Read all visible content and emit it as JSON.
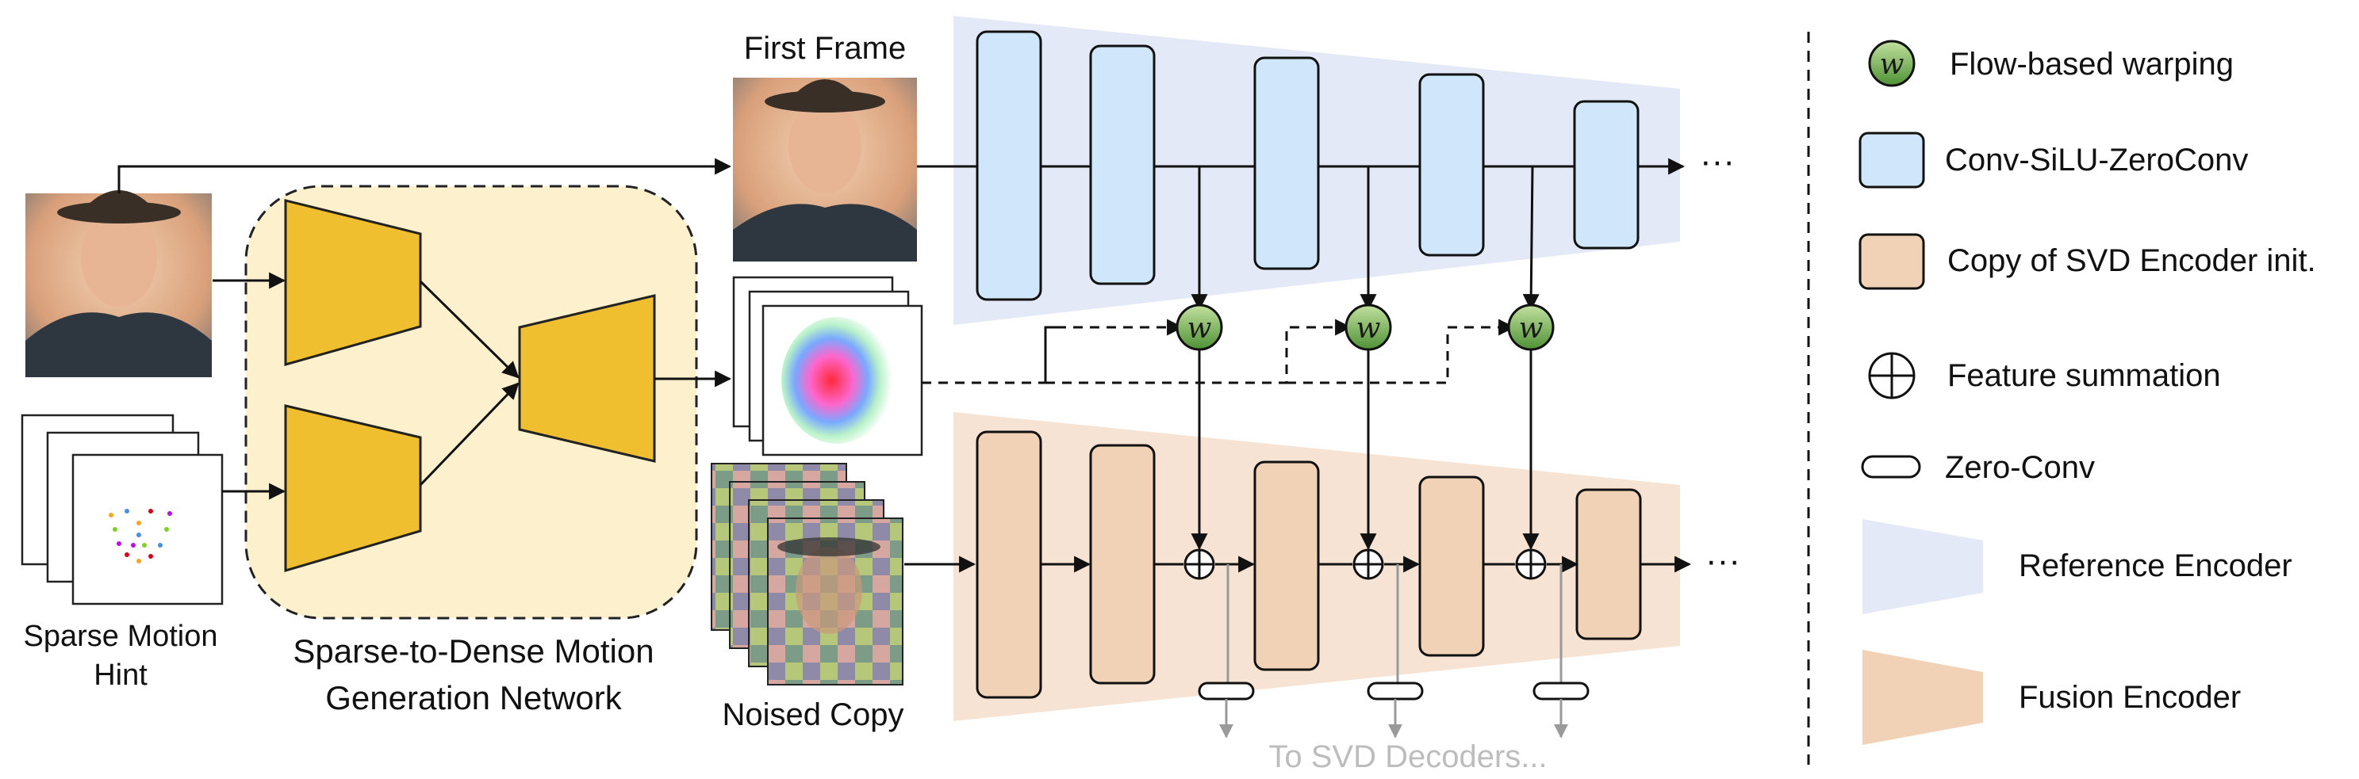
{
  "labels": {
    "first_frame": "First Frame",
    "sparse_hint_line1": "Sparse Motion",
    "sparse_hint_line2": "Hint",
    "s2d_line1": "Sparse-to-Dense Motion",
    "s2d_line2": "Generation Network",
    "noised_copy": "Noised Copy",
    "to_decoders": "To SVD Decoders...",
    "ellipsis": "···",
    "warp_symbol": "w"
  },
  "legend": [
    {
      "key": "warp",
      "label": "Flow-based warping"
    },
    {
      "key": "conv",
      "label": "Conv-SiLU-ZeroConv"
    },
    {
      "key": "copy",
      "label": "Copy of SVD Encoder init."
    },
    {
      "key": "sum",
      "label": "Feature summation"
    },
    {
      "key": "zeroconv",
      "label": "Zero-Conv"
    },
    {
      "key": "ref",
      "label": "Reference Encoder"
    },
    {
      "key": "fusion",
      "label": "Fusion Encoder"
    }
  ],
  "colors": {
    "conv_block": "#cfe6fb",
    "copy_block": "#f2d2b6",
    "reference_region": "#e3e9f6",
    "fusion_region": "#f7e3d3",
    "s2d_region": "#fcf1cc",
    "trapezoid": "#efbf30",
    "warp_gradient_top": "#a9d28a",
    "warp_gradient_bottom": "#5b9a3c",
    "decoder_text": "#bdbdbd"
  }
}
